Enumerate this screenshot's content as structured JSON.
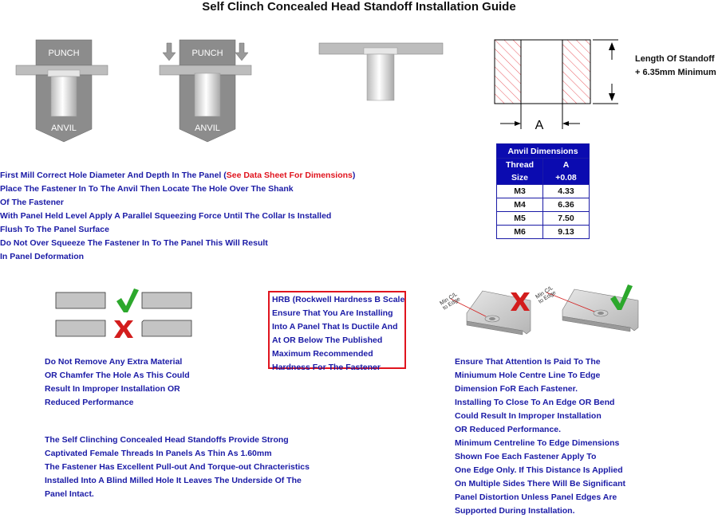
{
  "title": "Self Clinch Concealed Head Standoff Installation Guide",
  "diagram": {
    "punch_label": "PUNCH",
    "anvil_label": "ANVIL",
    "dimension_letter": "A",
    "length_note": [
      "Length Of Standoff",
      "+ 6.35mm Minimum"
    ]
  },
  "anvil_table": {
    "title": "Anvil Dimensions",
    "col1": [
      "Thread",
      "Size"
    ],
    "col2": [
      "A",
      "+0.08"
    ],
    "rows": [
      {
        "size": "M3",
        "a": "4.33"
      },
      {
        "size": "M4",
        "a": "6.36"
      },
      {
        "size": "M5",
        "a": "7.50"
      },
      {
        "size": "M6",
        "a": "9.13"
      }
    ]
  },
  "instructions": {
    "line1_prefix": "First Mill Correct Hole Diameter And Depth In The Panel (",
    "line1_red": "See Data Sheet For Dimensions",
    "line1_suffix": ")",
    "lines": [
      "Place The Fastener In To The Anvil Then Locate The Hole Over The Shank",
      "Of The Fastener",
      "With Panel Held Level Apply A Parallel Squeezing Force Until The Collar Is Installed",
      "Flush To The Panel Surface",
      "Do Not Over Squeeze The Fastener In To The Panel This Will Result",
      "In Panel Deformation"
    ]
  },
  "chamfer_note": [
    "Do Not Remove Any Extra Material",
    "OR Chamfer The Hole As This Could",
    "Result In Improper Installation OR",
    "Reduced Performance"
  ],
  "hrb_box": [
    "HRB (Rockwell Hardness B Scale",
    "Ensure That You Are Installing",
    "Into A Panel That Is Ductile And",
    "At OR Below The Published",
    "Maximum Recommended",
    "Hardness For The Fastener"
  ],
  "edge_labels": [
    "Min C/L",
    "to Edge"
  ],
  "edge_note": [
    "Ensure That Attention Is Paid To The",
    "Miniumum Hole Centre Line To Edge",
    "Dimension FoR Each Fastener.",
    "Installing To Close To An Edge OR Bend",
    "Could Result In Improper Installation",
    "OR Reduced Performance.",
    "Minimum Centreline To Edge Dimensions",
    "Shown Foe Each Fastener Apply To",
    "One Edge Only. If This Distance Is Applied",
    "On Multiple Sides There Will Be Significant",
    "Panel Distortion Unless Panel Edges Are",
    "Supported During Installation."
  ],
  "summary_note": [
    "The Self Clinching Concealed Head Standoffs Provide Strong",
    "Captivated Female Threads In Panels As Thin As 1.60mm",
    "The Fastener Has Excellent Pull-out And Torque-out Chracteristics",
    "Installed Into A Blind Milled Hole It Leaves The Underside Of The",
    "Panel Intact."
  ]
}
